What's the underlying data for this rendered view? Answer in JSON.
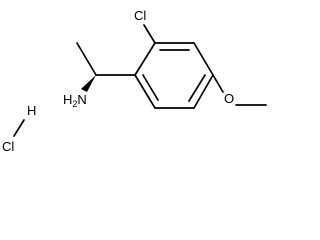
{
  "molecule": {
    "labels": {
      "chlorine_ring": "Cl",
      "methoxy_oxygen": "O",
      "amine_h": "H",
      "amine_subscript": "2",
      "amine_n": "N",
      "salt_h": "H",
      "salt_cl": "Cl"
    },
    "colors": {
      "bond": "#000000",
      "text": "#000000",
      "background": "#ffffff"
    }
  }
}
